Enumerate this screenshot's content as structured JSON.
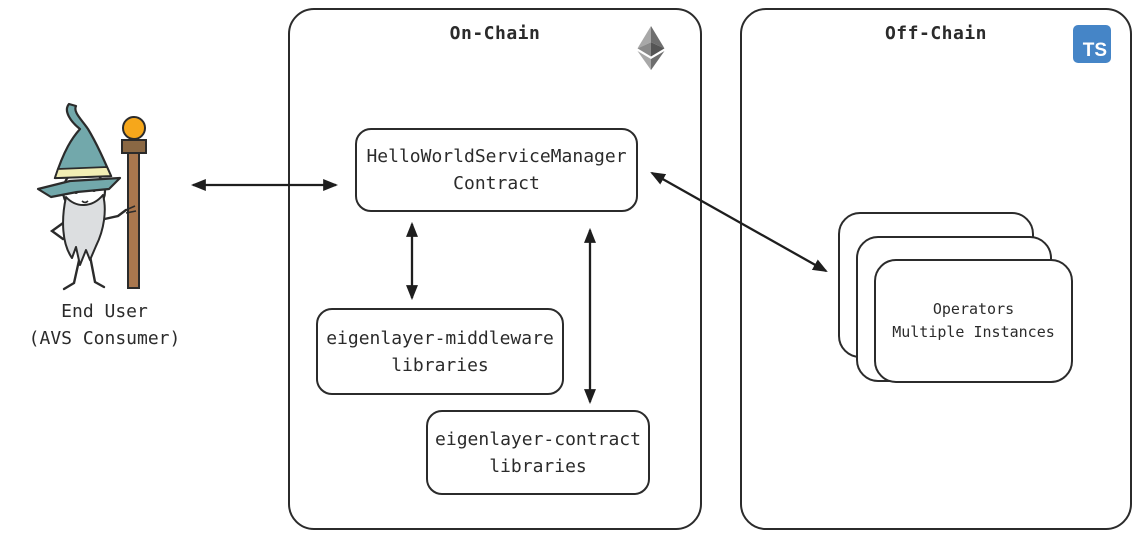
{
  "end_user": {
    "label_line1": "End User",
    "label_line2": "(AVS Consumer)"
  },
  "on_chain": {
    "title": "On-Chain",
    "service_manager_line1": "HelloWorldServiceManager",
    "service_manager_line2": "Contract",
    "middleware_line1": "eigenlayer-middleware",
    "middleware_line2": "libraries",
    "contract_line1": "eigenlayer-contract",
    "contract_line2": "libraries"
  },
  "off_chain": {
    "title": "Off-Chain",
    "typescript_badge": "TS",
    "operators_line1": "Operators",
    "operators_line2": "Multiple Instances"
  },
  "icons": {
    "ethereum": "ethereum-icon",
    "typescript": "typescript-icon",
    "wizard": "wizard-character-icon"
  },
  "colors": {
    "stroke": "#2b2b2b",
    "arrow": "#1e1e1e",
    "typescript_blue": "#4585c7",
    "wizard_hat_teal": "#72a8ab",
    "wizard_hat_band_yellow": "#f2eeb4",
    "wizard_beard_gray": "#dcdee0",
    "staff_brown": "#a9774e",
    "staff_orb_orange": "#f6a71b",
    "ethereum_gray": "#6e6e6e"
  }
}
